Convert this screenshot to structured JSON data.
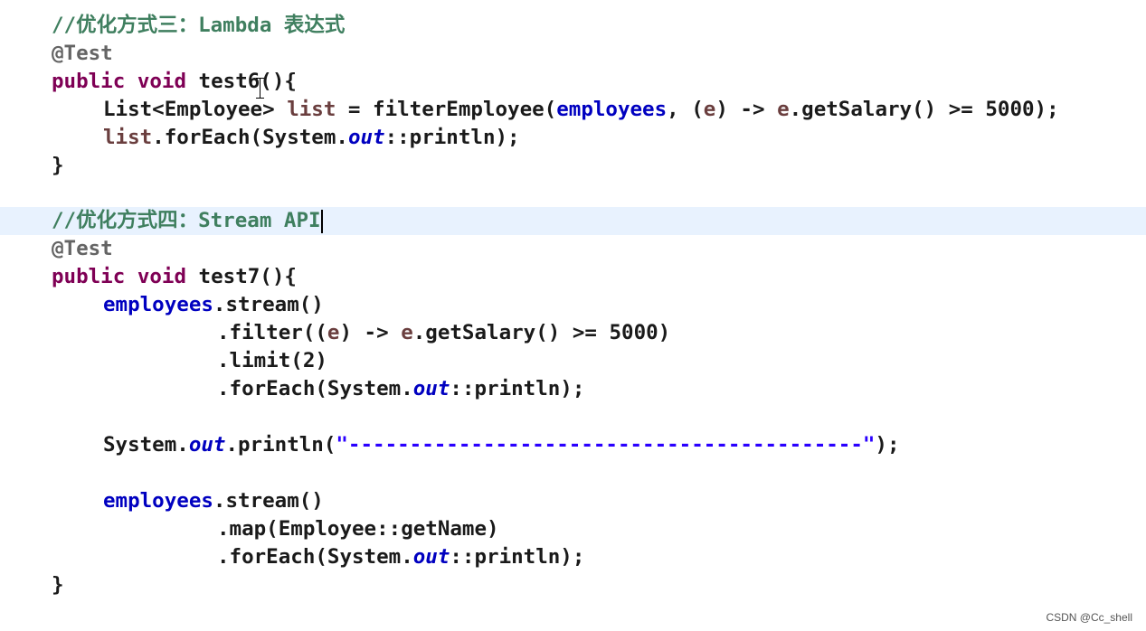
{
  "code": {
    "l1_comment": "//优化方式三：Lambda 表达式",
    "l2_annotation": "@Test",
    "l3_public": "public",
    "l3_void": "void",
    "l3_method": " test6(){",
    "l4_type": "List<Employee> ",
    "l4_local": "list",
    "l4_mid": " = filterEmployee(",
    "l4_field": "employees",
    "l4_args": ", (",
    "l4_param": "e",
    "l4_arrow": ") -> ",
    "l4_param2": "e",
    "l4_tail": ".getSalary() >= 5000);",
    "l5_local": "list",
    "l5_mid": ".forEach(System.",
    "l5_out": "out",
    "l5_tail": "::println);",
    "l6_brace": "}",
    "l7_comment": "//优化方式四：Stream API",
    "l8_annotation": "@Test",
    "l9_public": "public",
    "l9_void": "void",
    "l9_method": " test7(){",
    "l10_field": "employees",
    "l10_tail": ".stream()",
    "l11_head": ".filter((",
    "l11_param": "e",
    "l11_arrow": ") -> ",
    "l11_param2": "e",
    "l11_tail": ".getSalary() >= 5000)",
    "l12_text": ".limit(2)",
    "l13_mid": ".forEach(System.",
    "l13_out": "out",
    "l13_tail": "::println);",
    "l15_head": "System.",
    "l15_out": "out",
    "l15_mid": ".println(",
    "l15_str": "\"------------------------------------------\"",
    "l15_tail": ");",
    "l17_field": "employees",
    "l17_tail": ".stream()",
    "l18_text": ".map(Employee::getName)",
    "l19_mid": ".forEach(System.",
    "l19_out": "out",
    "l19_tail": "::println);",
    "l20_brace": "}"
  },
  "watermark": "CSDN @Cc_shell",
  "colors": {
    "comment": "#3f7f5f",
    "keyword": "#7f0055",
    "annotation": "#646464",
    "field": "#0000c0",
    "local_variable": "#6a3e3e",
    "string": "#2a00ff",
    "current_line": "#e8f2fe"
  },
  "icons": {
    "cursor": "text-cursor-ibeam-icon"
  }
}
